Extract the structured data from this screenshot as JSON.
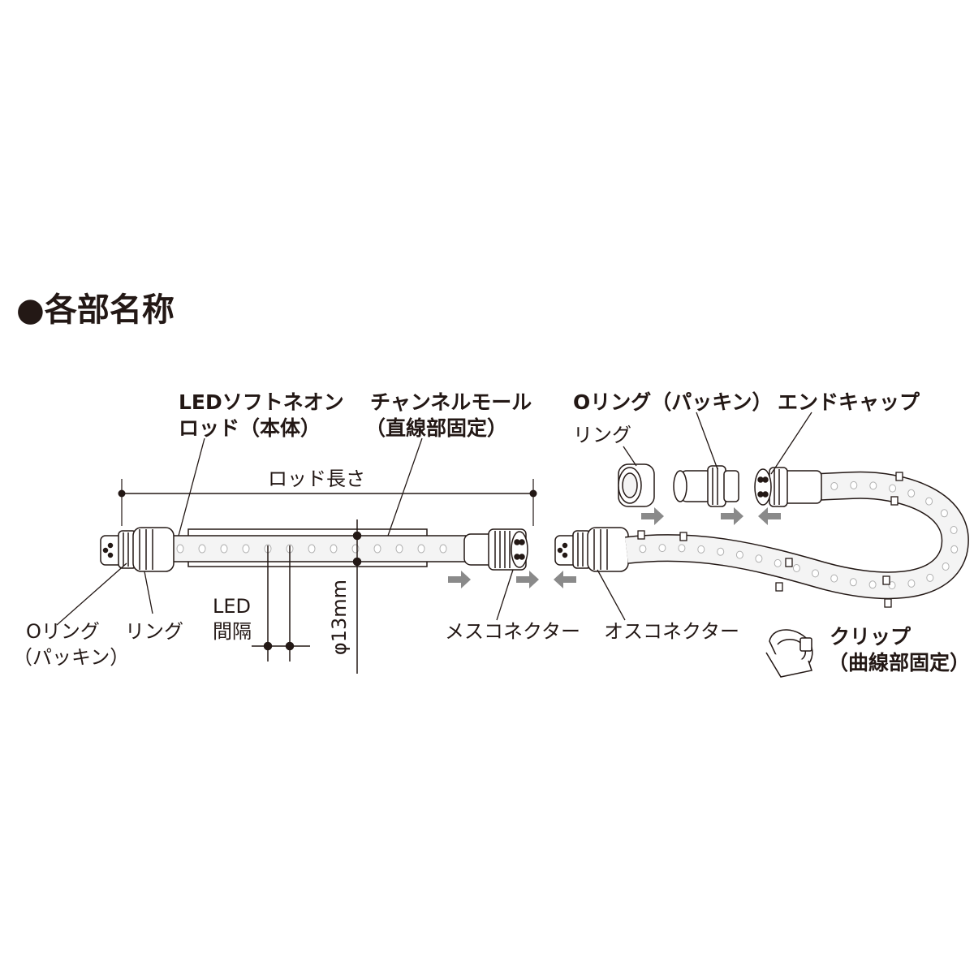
{
  "title": "●各部名称",
  "labels": {
    "led_neon_rod": [
      "LEDソフトネオン",
      "ロッド（本体）"
    ],
    "channel_mold": [
      "チャンネルモール",
      "（直線部固定）"
    ],
    "o_ring_top": "Oリング（パッキン）",
    "end_cap": "エンドキャップ",
    "ring_top": "リング",
    "rod_length": "ロッド長さ",
    "o_ring_left": [
      "Oリング",
      "（パッキン）"
    ],
    "ring_left": "リング",
    "led_spacing": [
      "LED",
      "間隔"
    ],
    "diameter": "φ13mm",
    "female_connector": "メスコネクター",
    "male_connector": "オスコネクター",
    "clip": [
      "クリップ",
      "（曲線部固定）"
    ]
  },
  "colors": {
    "ink": "#231815",
    "tube_fill": "#f4f4f4",
    "arrow": "#8a8a8a"
  }
}
